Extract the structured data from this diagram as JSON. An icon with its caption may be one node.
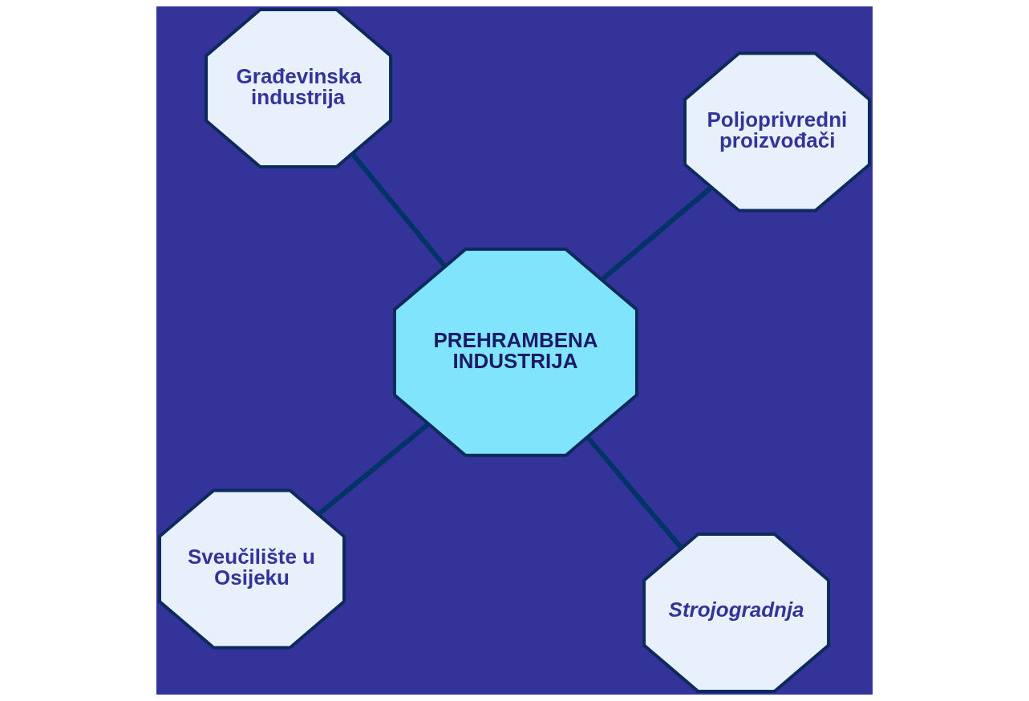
{
  "diagram": {
    "nodes": [
      {
        "text": [
          "Sveučilište u Osijeku"
        ]
      },
      {
        "text": [
          "Strojogradnja"
        ]
      },
      {
        "text": [
          "PREHRAMBENA INDUSTRIJA"
        ]
      },
      {
        "text": [
          "Građevinska industrija"
        ]
      },
      {
        "text": [
          "Poljoprivredni proizvođači"
        ]
      }
    ],
    "edges": [
      {
        "from": 2,
        "to": 0,
        "arrow": "none"
      },
      {
        "from": 2,
        "to": 1,
        "arrow": "none"
      },
      {
        "from": 2,
        "to": 3,
        "arrow": "none"
      },
      {
        "from": 2,
        "to": 4,
        "arrow": "none"
      }
    ]
  }
}
